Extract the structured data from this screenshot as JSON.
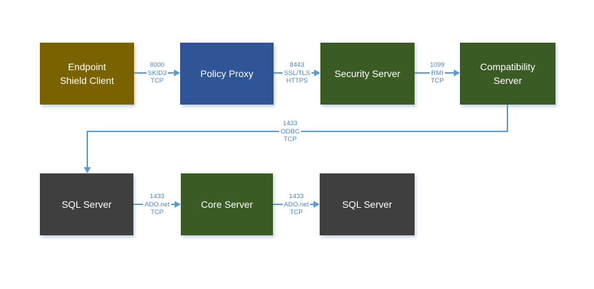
{
  "diagram": {
    "type": "network-architecture-flow",
    "colors": {
      "endpoint_client": "#7a6200",
      "proxy_blue": "#2f5597",
      "server_green": "#3a5b23",
      "sql_gray": "#3f3f3f",
      "connector_line": "#5b9bd5",
      "edge_label_text": "#4f87c5",
      "node_text": "#ffffff",
      "background": "#ffffff"
    },
    "nodes": [
      {
        "id": "endpoint-shield-client",
        "label": "Endpoint\nShield Client",
        "color": "#7a6200"
      },
      {
        "id": "policy-proxy",
        "label": "Policy Proxy",
        "color": "#2f5597"
      },
      {
        "id": "security-server",
        "label": "Security Server",
        "color": "#3a5b23"
      },
      {
        "id": "compatibility-server",
        "label": "Compatibility\nServer",
        "color": "#3a5b23"
      },
      {
        "id": "sql-server-1",
        "label": "SQL Server",
        "color": "#3f3f3f"
      },
      {
        "id": "core-server",
        "label": "Core Server",
        "color": "#3a5b23"
      },
      {
        "id": "sql-server-2",
        "label": "SQL Server",
        "color": "#3f3f3f"
      }
    ],
    "edges": [
      {
        "from": "endpoint-shield-client",
        "to": "policy-proxy",
        "port": "8000",
        "protocol": "SKID3",
        "transport": "TCP"
      },
      {
        "from": "policy-proxy",
        "to": "security-server",
        "port": "8443",
        "protocol": "SSL/TLS",
        "transport": "HTTPS"
      },
      {
        "from": "security-server",
        "to": "compatibility-server",
        "port": "1099",
        "protocol": "RMI",
        "transport": "TCP"
      },
      {
        "from": "compatibility-server",
        "to": "sql-server-1",
        "port": "1433",
        "protocol": "ODBC",
        "transport": "TCP"
      },
      {
        "from": "sql-server-1",
        "to": "core-server",
        "port": "1433",
        "protocol": "ADO.net",
        "transport": "TCP"
      },
      {
        "from": "core-server",
        "to": "sql-server-2",
        "port": "1433",
        "protocol": "ADO.net",
        "transport": "TCP"
      }
    ]
  }
}
